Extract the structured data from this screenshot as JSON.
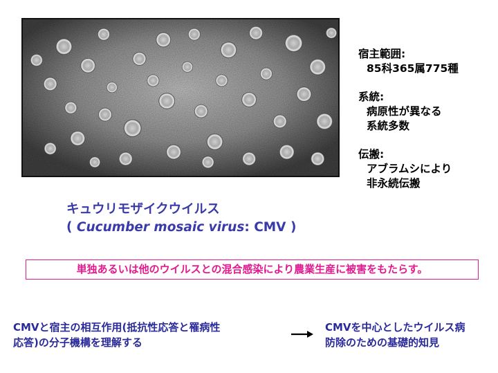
{
  "micrograph": {
    "description_icon": "virus-micrograph-image"
  },
  "facts": {
    "host_range_label": "宿主範囲:",
    "host_range_value": "85科365属775種",
    "strain_label": "系統:",
    "strain_value_line1": "病原性が異なる",
    "strain_value_line2": "系統多数",
    "transmission_label": "伝搬:",
    "transmission_value_line1": "アブラムシにより",
    "transmission_value_line2": "非永続伝搬"
  },
  "caption": {
    "japanese_name": "キュウリモザイクウイルス",
    "paren_open": "( ",
    "scientific_name": "Cucumber mosaic virus",
    "colon_abbrev": ": CMV )"
  },
  "banner": {
    "text": "単独あるいは他のウイルスとの混合感染により農業生産に被害をもたらす。"
  },
  "bottom": {
    "left_line1": "CMVと宿主の相互作用(抵抗性応答と罹病性",
    "left_line2": "応答)の分子機構を理解する",
    "right_line1": "CMVを中心としたウイルス病",
    "right_line2": "防除のための基礎的知見"
  },
  "colors": {
    "caption": "#3a3aa8",
    "banner": "#e21a8f",
    "bottom_text": "#2a2a9a"
  }
}
